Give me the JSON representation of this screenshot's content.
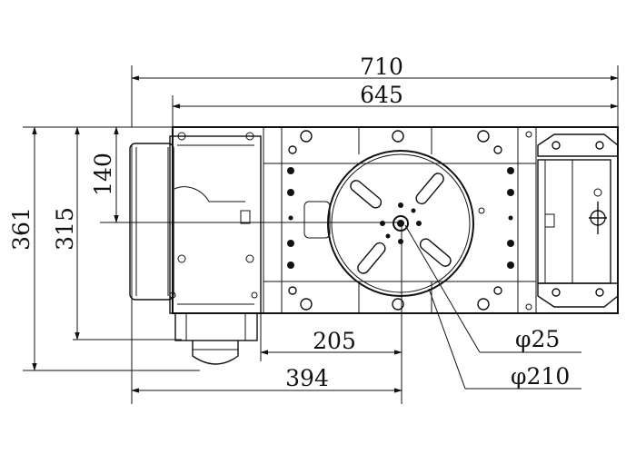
{
  "drawing": {
    "dimensions": {
      "overall_length": "710",
      "table_length": "645",
      "overall_height": "361",
      "body_height": "315",
      "axis_height": "140",
      "center_offset": "205",
      "center_to_motor": "394",
      "bore_diameter": "φ25",
      "table_diameter": "φ210"
    },
    "line_color": "#111111",
    "background": "#ffffff"
  }
}
